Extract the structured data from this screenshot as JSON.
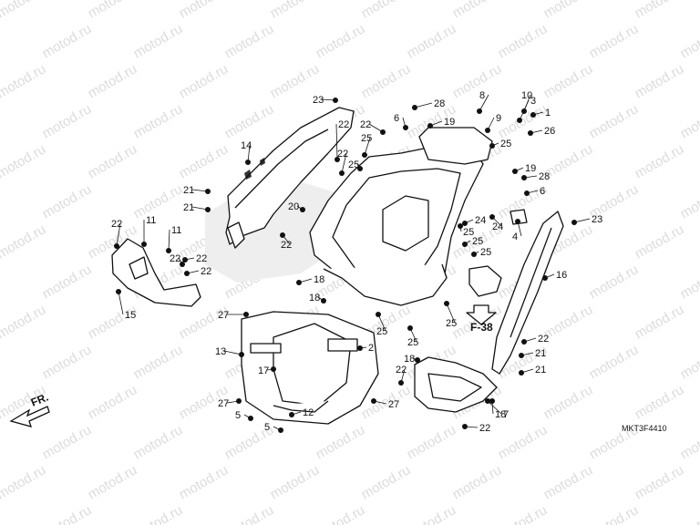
{
  "watermark": "motod.ru",
  "diagram_code": "MKT3F4410",
  "reference": "F-38",
  "front_label": "FR.",
  "callouts": [
    "1",
    "2",
    "3",
    "4",
    "5",
    "5",
    "6",
    "6",
    "7",
    "8",
    "9",
    "10",
    "11",
    "11",
    "12",
    "13",
    "14",
    "15",
    "16",
    "17",
    "18",
    "18",
    "18",
    "18",
    "19",
    "19",
    "20",
    "21",
    "21",
    "21",
    "21",
    "22",
    "22",
    "22",
    "22",
    "22",
    "22",
    "22",
    "22",
    "22",
    "22",
    "22",
    "23",
    "23",
    "24",
    "24",
    "25",
    "25",
    "25",
    "25",
    "25",
    "25",
    "25",
    "25",
    "25",
    "26",
    "27",
    "27",
    "27",
    "28",
    "28"
  ]
}
